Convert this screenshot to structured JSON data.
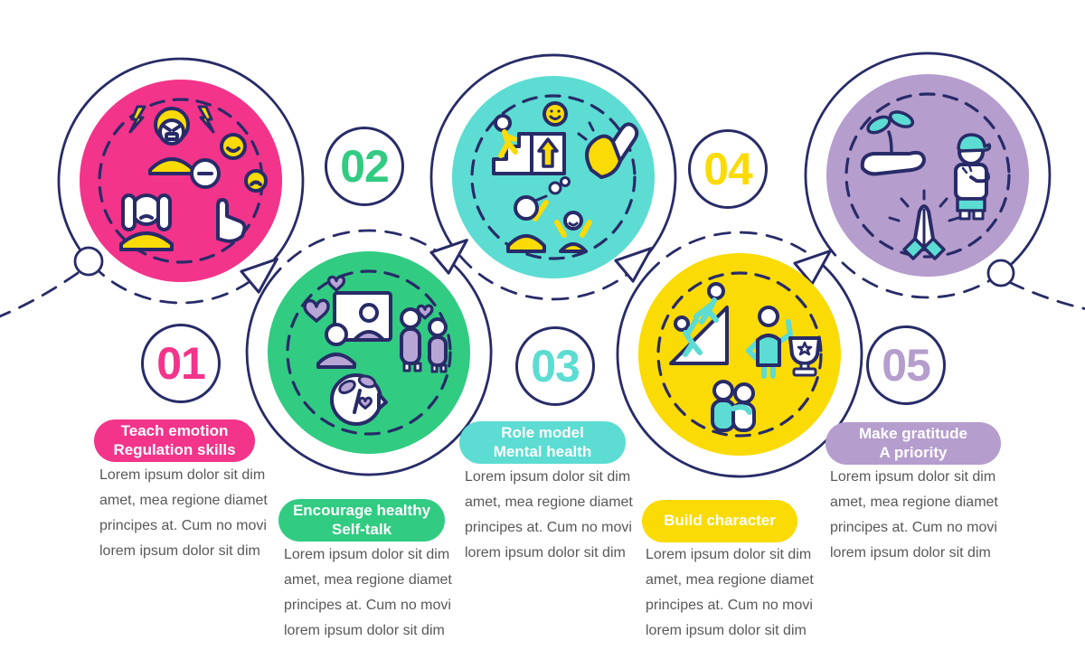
{
  "palette": {
    "outline_navy": "#282B68",
    "body_text_gray": "#58585A",
    "badge_text": "#ffffff",
    "accent_yellow": "#FBDB05",
    "accent_cyan": "#5CDCD2",
    "accent_lavender": "#B7A6D5",
    "white": "#ffffff"
  },
  "steps": [
    {
      "number": "01",
      "color": "#F2348B",
      "badge": "Teach emotion\nRegulation skills",
      "body": "Lorem ipsum dolor sit dim\namet, mea regione diamet\nprincipes at. Cum no movi\nlorem ipsum dolor sit dim",
      "icons": [
        "angry-person-icon",
        "person-covering-ears-icon",
        "emotion-rating-hand-icon"
      ]
    },
    {
      "number": "02",
      "color": "#31CB82",
      "badge": "Encourage healthy\nSelf-talk",
      "body": "Lorem ipsum dolor sit dim\namet, mea regione diamet\nprincipes at. Cum no movi\nlorem ipsum dolor sit dim",
      "icons": [
        "video-call-hearts-icon",
        "supportive-people-icon",
        "positive-mind-icon"
      ]
    },
    {
      "number": "03",
      "color": "#5CDCD2",
      "badge": "Role model\nMental health",
      "body": "Lorem ipsum dolor sit dim\namet, mea regione diamet\nprincipes at. Cum no movi\nlorem ipsum dolor sit dim",
      "icons": [
        "growth-stairs-icon",
        "applause-icon",
        "family-play-icon"
      ]
    },
    {
      "number": "04",
      "color": "#FBDB05",
      "badge": "Build character",
      "body": "Lorem ipsum dolor sit dim\namet, mea regione diamet\nprincipes at. Cum no movi\nlorem ipsum dolor sit dim",
      "icons": [
        "overcome-challenge-icon",
        "champion-trophy-icon",
        "hug-icon"
      ]
    },
    {
      "number": "05",
      "color": "#B59DCD",
      "badge": "Make gratitude\nA priority",
      "body": "Lorem ipsum dolor sit dim\namet, mea regione diamet\nprincipes at. Cum no movi\nlorem ipsum dolor sit dim",
      "icons": [
        "sprout-in-hand-icon",
        "grateful-person-icon",
        "praying-hands-icon"
      ]
    }
  ]
}
